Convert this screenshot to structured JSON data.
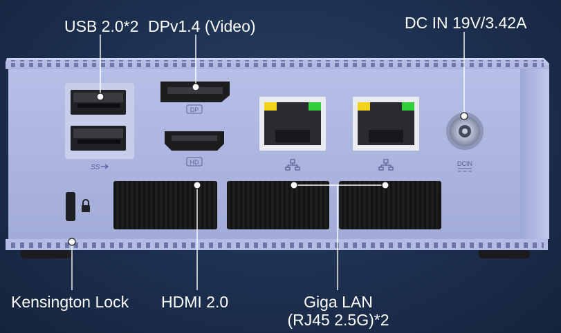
{
  "labels": {
    "usb": "USB 2.0*2",
    "dp": "DPv1.4 (Video)",
    "dc": "DC IN 19V/3.42A",
    "kensington": "Kensington Lock",
    "hdmi": "HDMI 2.0",
    "lan_line1": "Giga LAN",
    "lan_line2": "(RJ45 2.5G)*2"
  },
  "port_markings": {
    "dp": "DP",
    "hdmi": "HD",
    "dcin": "DCIN",
    "usb_logo": "SS"
  },
  "colors": {
    "background": "#1c2f4e",
    "chassis": "#a9b3dd",
    "chassis_edge": "#c3cbee",
    "vent": "#141414",
    "leader_line": "#ffffff",
    "lan_led_yellow": "#f2d21b",
    "lan_led_green": "#2fcf3a"
  },
  "icons": {
    "usb_ss": "superspeed-usb-icon",
    "network": "network-icon",
    "lock": "padlock-icon"
  }
}
